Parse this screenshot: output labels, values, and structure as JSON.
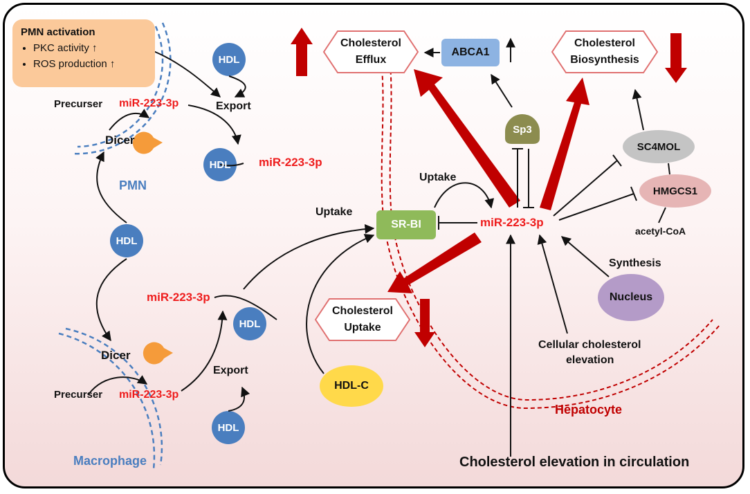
{
  "pmn_activation": {
    "title": "PMN activation",
    "items": [
      "PKC activity ↑",
      "ROS production ↑"
    ]
  },
  "labels": {
    "hdl": "HDL",
    "export": "Export",
    "precurser": "Precurser",
    "mir": "miR-223-3p",
    "dicer": "Dicer",
    "pmn": "PMN",
    "macrophage": "Macrophage",
    "uptake": "Uptake",
    "srbi": "SR-BI",
    "hdlc": "HDL-C",
    "abca1": "ABCA1",
    "sp3": "Sp3",
    "sc4mol": "SC4MOL",
    "hmgcs1": "HMGCS1",
    "acetyl_coa": "acetyl-CoA",
    "synthesis": "Synthesis",
    "nucleus": "Nucleus",
    "cellular_elev_1": "Cellular cholesterol",
    "cellular_elev_2": "elevation",
    "circulation": "Cholesterol elevation in circulation",
    "hepatocyte": "Hepatocyte",
    "efflux_1": "Cholesterol",
    "efflux_2": "Efflux",
    "biosyn_1": "Cholesterol",
    "biosyn_2": "Biosynthesis",
    "uptake_box_1": "Cholesterol",
    "uptake_box_2": "Uptake"
  },
  "colors": {
    "hdl": "#4a7ebf",
    "mir": "#ee1c1c",
    "dark_red": "#c00000",
    "membrane_blue": "#4a7ebf",
    "membrane_red": "#c00000",
    "pmn_box": "#fbc99a",
    "srbi": "#8fba5a",
    "abca1": "#8db3e2",
    "sp3": "#8c8c4f",
    "sc4mol": "#c4c4c4",
    "hmgcs1": "#e6b5b5",
    "nucleus": "#b49bc8",
    "hdlc": "#ffd94a",
    "dicer": "#f59b3a",
    "pmn_label": "#4a7ebf",
    "macrophage_label": "#4a7ebf"
  }
}
